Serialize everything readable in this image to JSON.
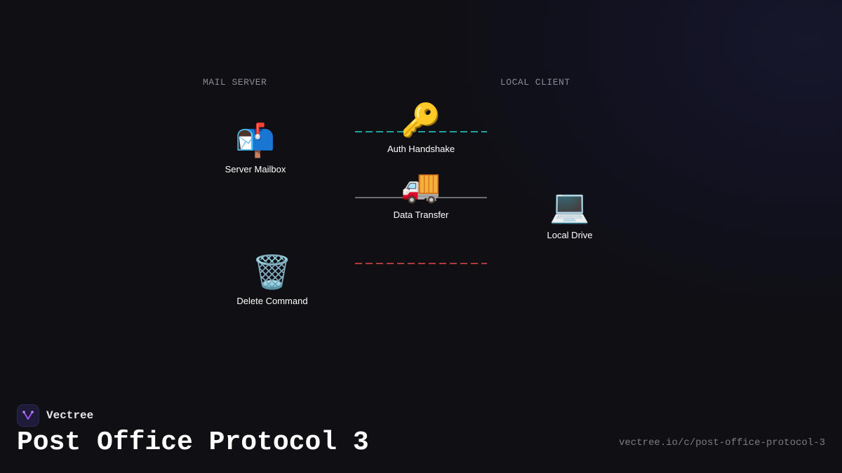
{
  "columns": {
    "left": "MAIL SERVER",
    "right": "LOCAL CLIENT"
  },
  "nodes": {
    "server_mailbox": {
      "icon": "mailbox-icon",
      "glyph": "📬",
      "label": "Server Mailbox"
    },
    "delete_command": {
      "icon": "trash-icon",
      "glyph": "🗑️",
      "label": "Delete Command"
    },
    "local_drive": {
      "icon": "laptop-icon",
      "glyph": "💻",
      "label": "Local Drive"
    },
    "auth_handshake": {
      "icon": "key-icon",
      "glyph": "🔑",
      "label": "Auth Handshake"
    },
    "data_transfer": {
      "icon": "truck-icon",
      "glyph": "🚚",
      "label": "Data Transfer"
    }
  },
  "links": {
    "auth_color": "#1fa3a3",
    "transfer_color": "#6b6b72",
    "delete_color": "#b03a3a"
  },
  "brand": {
    "name": "Vectree",
    "accent": "#a855f7"
  },
  "title": "Post Office Protocol 3",
  "url": "vectree.io/c/post-office-protocol-3"
}
